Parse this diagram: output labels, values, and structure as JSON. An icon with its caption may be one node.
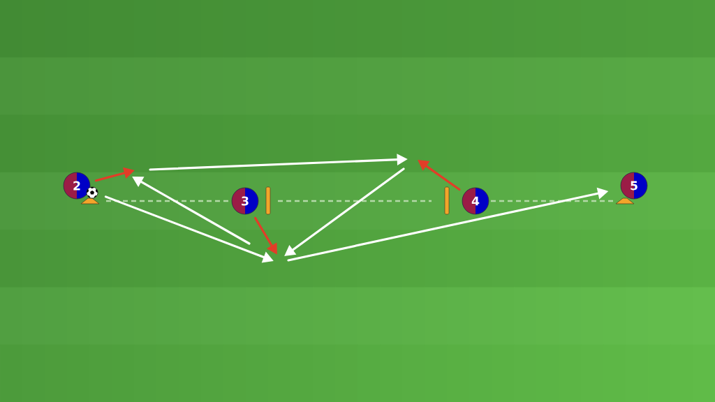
{
  "diagram": {
    "nodes": [
      {
        "text": [
          "2"
        ]
      },
      {
        "text": [
          "3"
        ]
      },
      {
        "text": [
          "4"
        ]
      },
      {
        "text": [
          "5"
        ]
      }
    ],
    "edges": [
      {
        "from": 0,
        "to": null,
        "arrow": "to"
      },
      {
        "from": 0,
        "to": null,
        "arrow": "to",
        "color": "#ffffff"
      },
      {
        "from": 1,
        "to": null,
        "arrow": "to"
      },
      {
        "from": 2,
        "to": null,
        "arrow": "to"
      },
      {
        "from": null,
        "to": 3,
        "arrow": "to",
        "color": "#ffffff"
      }
    ]
  }
}
